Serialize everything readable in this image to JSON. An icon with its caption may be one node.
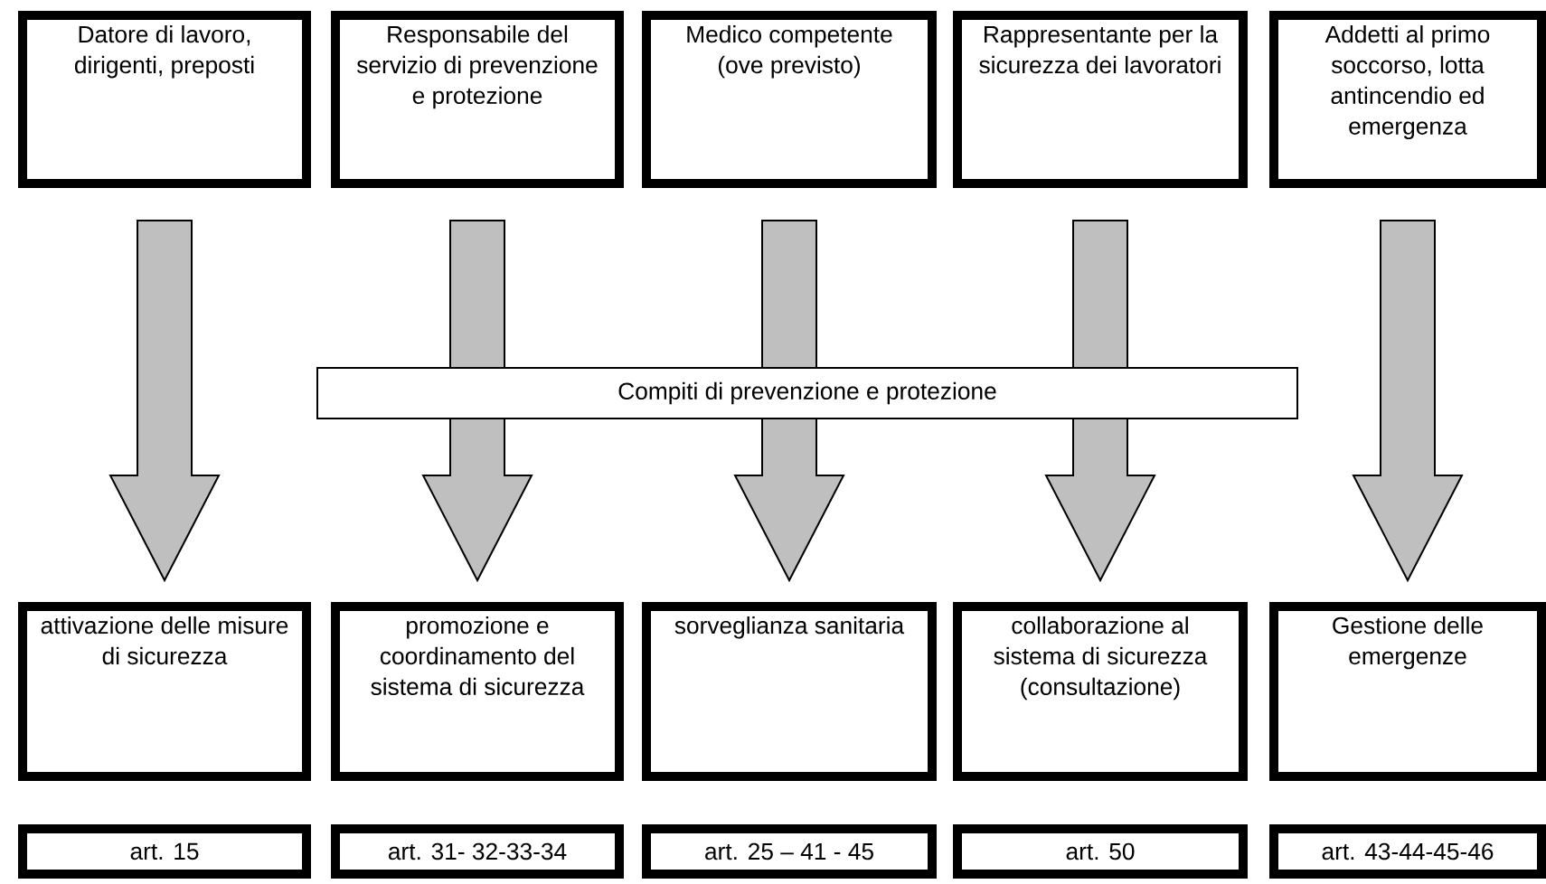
{
  "diagram": {
    "nodes": [
      {
        "text": [
          "Datore di lavoro, dirigenti, preposti"
        ]
      },
      {
        "text": [
          "Responsabile del servizio di prevenzione e protezione"
        ]
      },
      {
        "text": [
          "Medico competente (ove previsto)"
        ]
      },
      {
        "text": [
          "Rappresentante per la sicurezza dei lavoratori"
        ]
      },
      {
        "text": [
          "Addetti al primo soccorso, lotta antincendio ed emergenza"
        ]
      },
      {
        "text": [
          "Compiti di prevenzione e protezione"
        ]
      },
      {
        "text": [
          "attivazione delle misure di sicurezza"
        ]
      },
      {
        "text": [
          "promozione e coordinamento del sistema di sicurezza"
        ]
      },
      {
        "text": [
          "sorveglianza sanitaria"
        ]
      },
      {
        "text": [
          "collaborazione al sistema di sicurezza (consultazione)"
        ]
      },
      {
        "text": [
          "Gestione delle emergenze"
        ]
      },
      {
        "text": [
          "art. 15"
        ]
      },
      {
        "text": [
          "art. 31- 32-33-34"
        ]
      },
      {
        "text": [
          "art. 25 – 41 - 45"
        ]
      },
      {
        "text": [
          "art. 50"
        ]
      },
      {
        "text": [
          "art. 43-44-45-46"
        ]
      }
    ],
    "edges": [
      {
        "from": 0,
        "to": 6,
        "arrow": "to"
      },
      {
        "from": 1,
        "to": 7,
        "arrow": "to"
      },
      {
        "from": 2,
        "to": 8,
        "arrow": "to"
      },
      {
        "from": 3,
        "to": 9,
        "arrow": "to"
      },
      {
        "from": 4,
        "to": 10,
        "arrow": "to"
      }
    ]
  }
}
